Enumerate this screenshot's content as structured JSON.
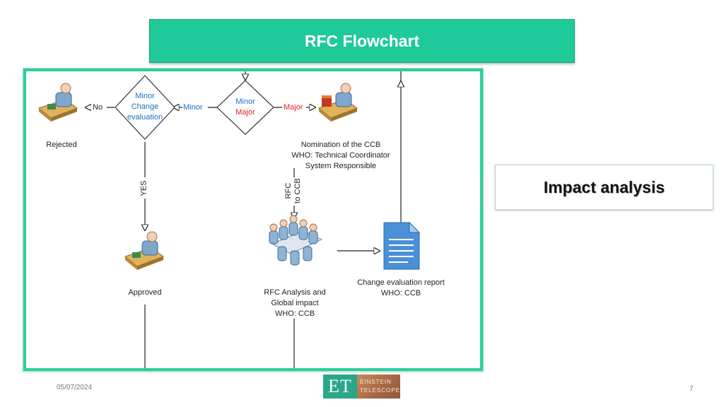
{
  "title": "RFC Flowchart",
  "side_box": "Impact analysis",
  "footer": {
    "date": "05/07/2024",
    "page": "7"
  },
  "logo": {
    "mark": "ET",
    "line1": "EINSTEIN",
    "line2": "TELESCOPE"
  },
  "flowchart": {
    "decision_minor_major": {
      "line1": "Minor",
      "line2": "Major"
    },
    "decision_minor_change": {
      "line1": "Minor",
      "line2": "Change",
      "line3": "evaluation"
    },
    "edge_minor": "Minor",
    "edge_major": "Major",
    "edge_no": "No",
    "edge_yes": "YES",
    "edge_rfc_to_ccb": {
      "line1": "RFC",
      "line2": "to CCB"
    },
    "rejected": "Rejected",
    "approved": "Approved",
    "nomination": {
      "line1": "Nomination of the CCB",
      "line2": "WHO: Technical Coordinator",
      "line3": "System Responsible"
    },
    "rfc_analysis": {
      "line1": "RFC Analysis and",
      "line2": "Global impact",
      "line3": "WHO: CCB"
    },
    "change_report": {
      "line1": "Change evaluation report",
      "line2": "WHO: CCB"
    }
  },
  "colors": {
    "accent": "#1fc99a",
    "minor_text": "#1a6fc4",
    "major_text": "#e02020"
  }
}
